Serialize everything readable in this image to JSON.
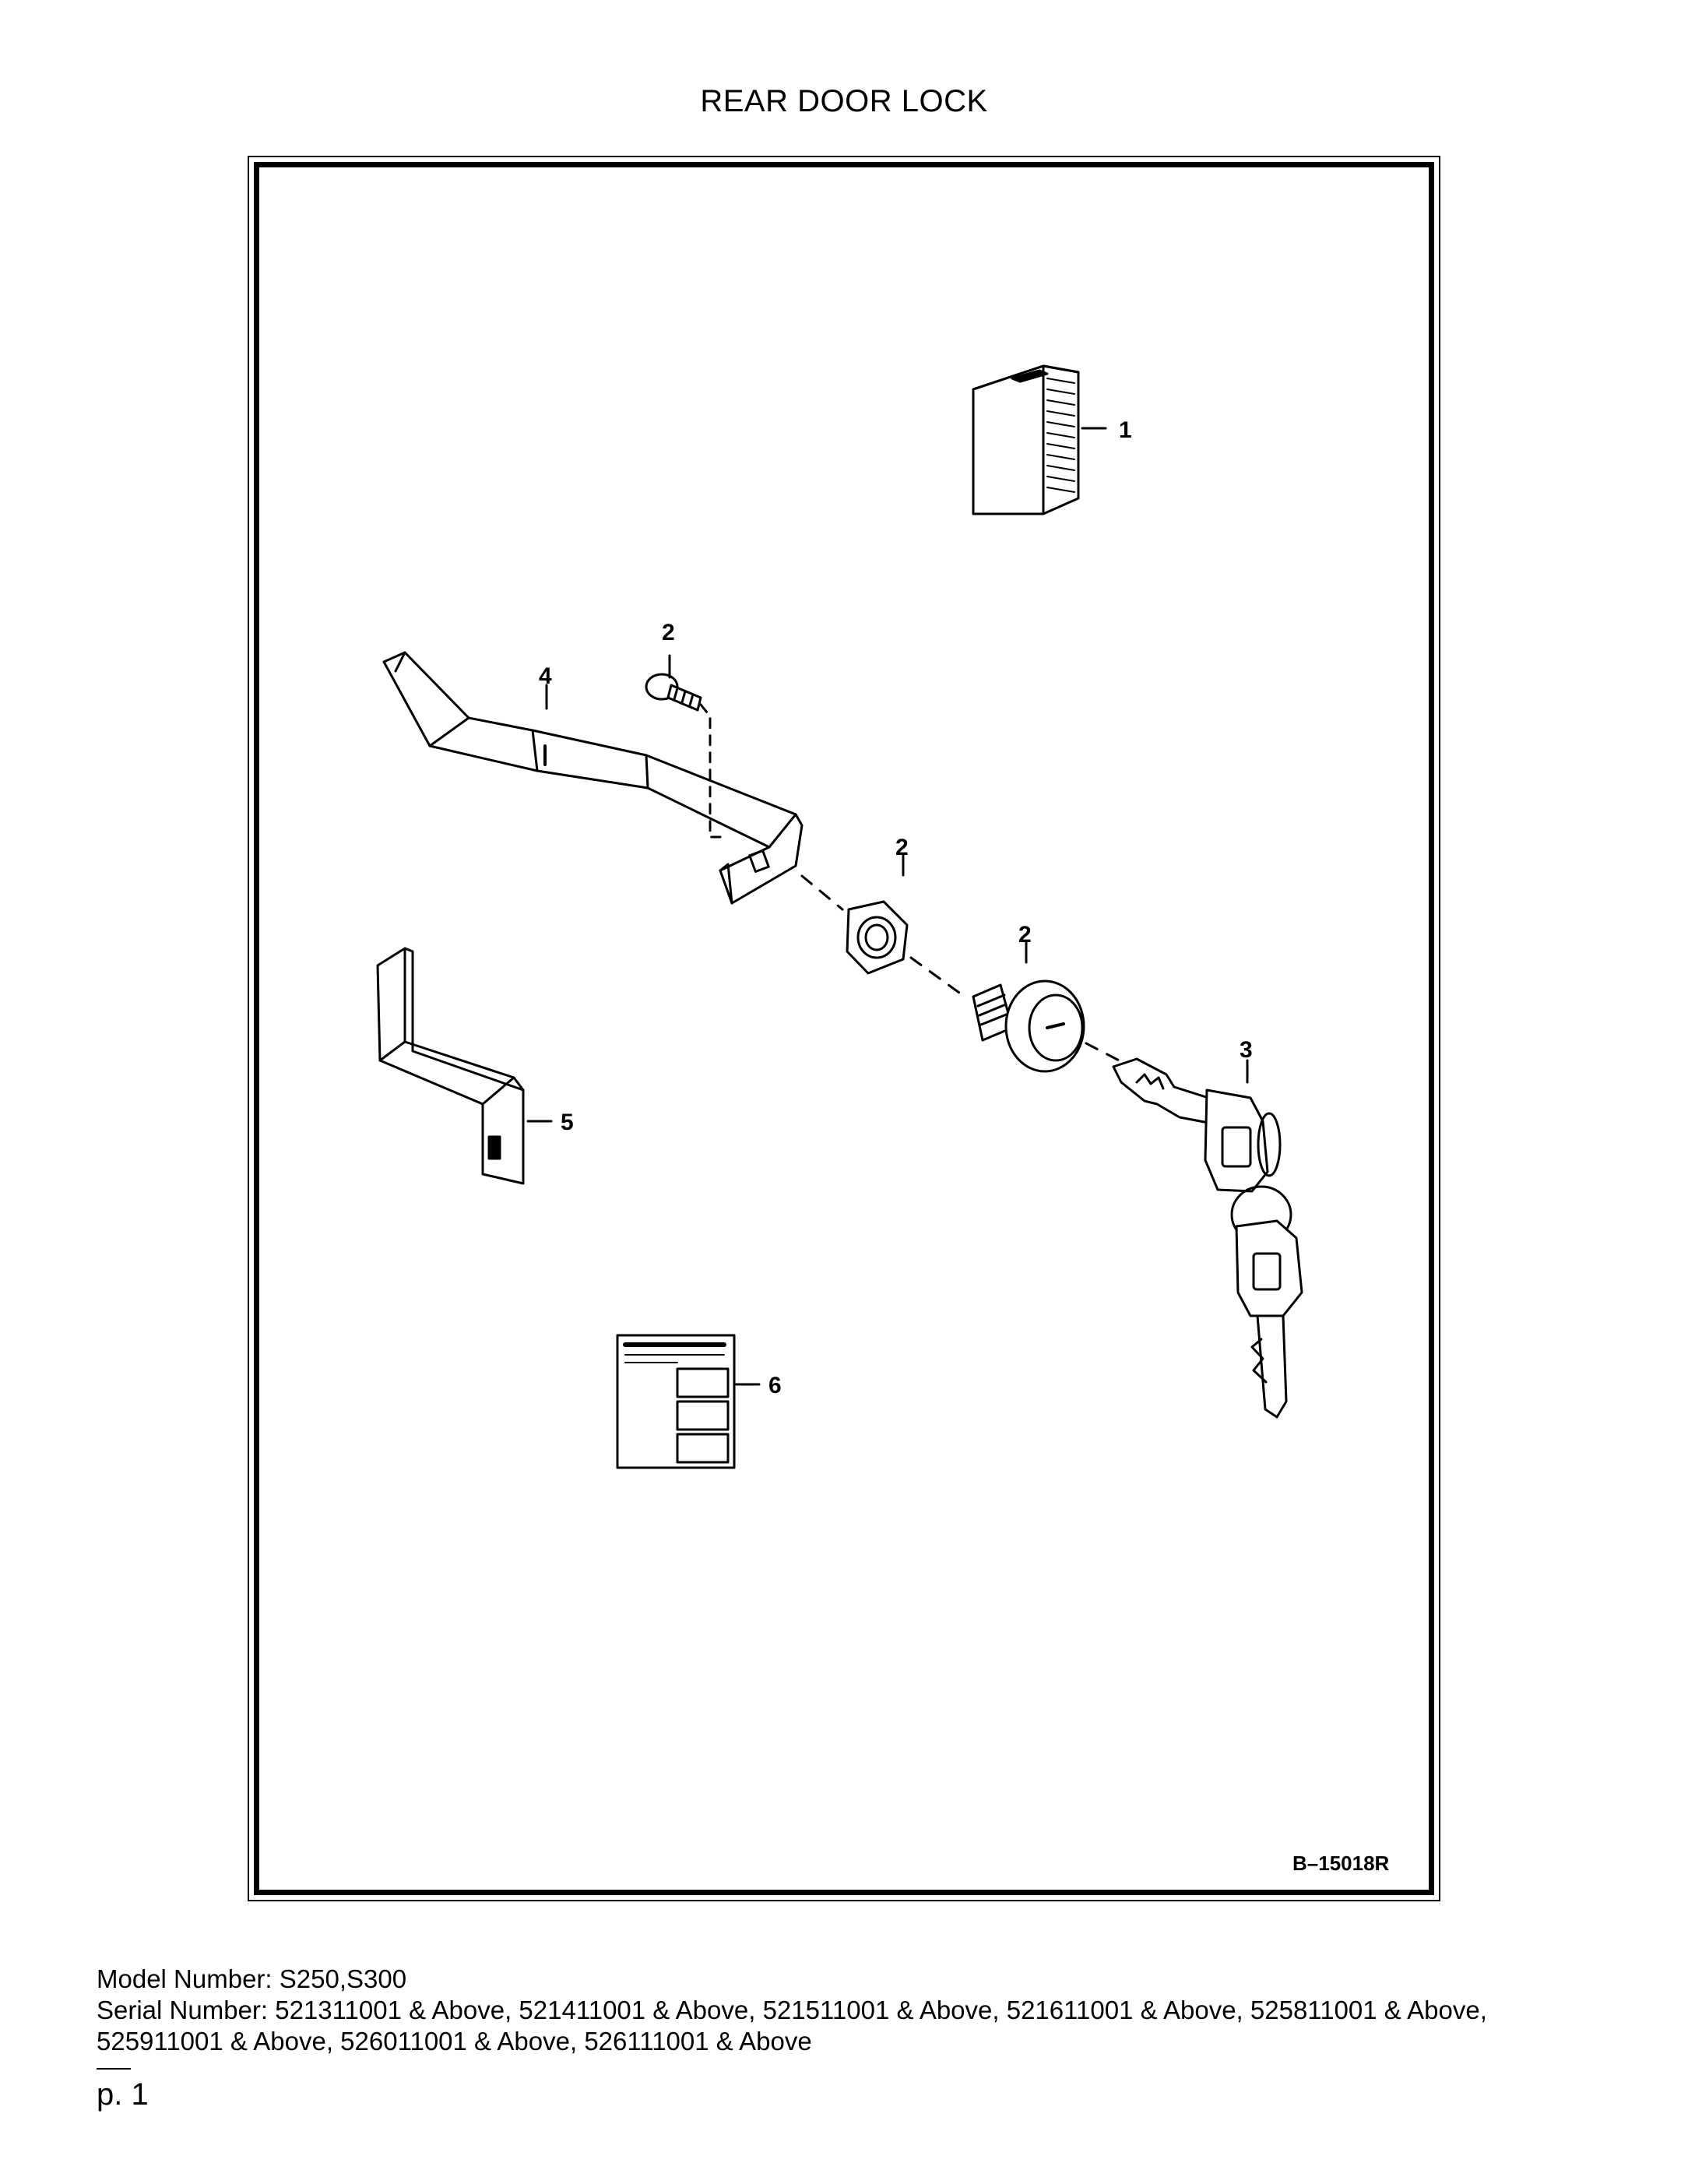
{
  "page": {
    "title": "REAR DOOR LOCK",
    "figure_ref": "B–15018R",
    "page_number": "p. 1"
  },
  "callouts": [
    "1",
    "2",
    "2",
    "2",
    "3",
    "4",
    "5",
    "6"
  ],
  "footer": {
    "model_line": "Model Number: S250,S300",
    "serial_line": "Serial Number: 521311001 & Above, 521411001 & Above, 521511001 & Above, 521611001 & Above, 525811001 & Above, 525911001 & Above, 526011001 & Above, 526111001 & Above"
  }
}
